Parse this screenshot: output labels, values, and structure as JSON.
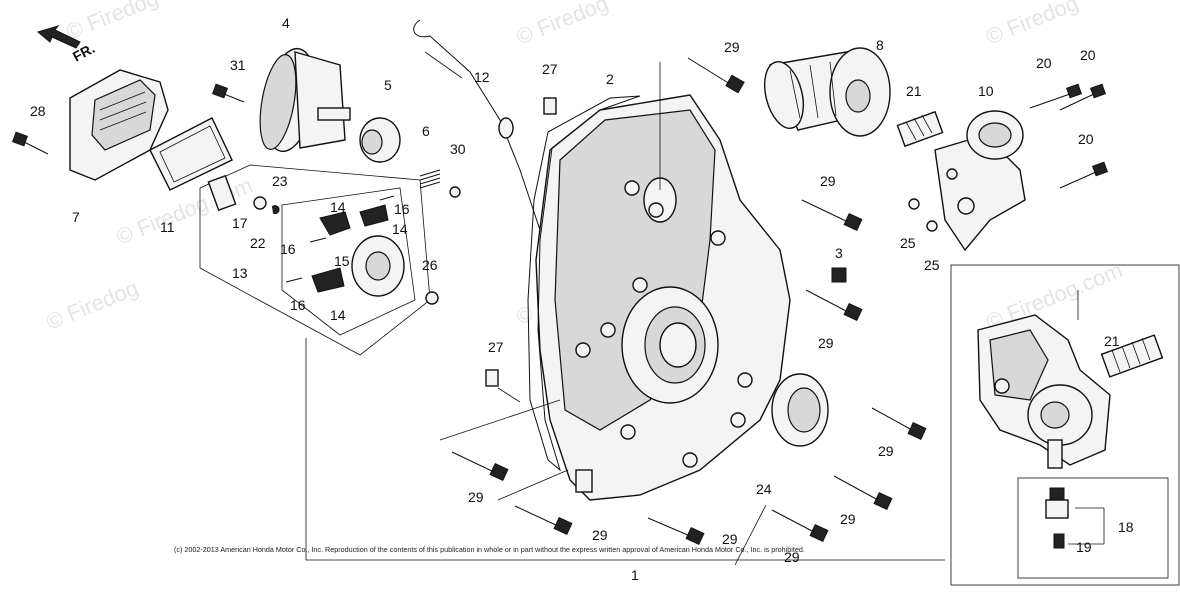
{
  "watermarks": [
    "© Firedog",
    "© Firedog.com"
  ],
  "direction": {
    "text": "FR."
  },
  "copyright": "(c) 2002-2013 American Honda Motor Co., Inc. Reproduction of the contents of this publication in whole or in part without the express written approval of American Honda Motor Co., Inc. is prohibited.",
  "callouts": {
    "c1": "1",
    "c2": "2",
    "c3": "3",
    "c4": "4",
    "c5": "5",
    "c6": "6",
    "c7": "7",
    "c8": "8",
    "c10": "10",
    "c11": "11",
    "c12": "12",
    "c13": "13",
    "c15": "15",
    "c17": "17",
    "c18": "18",
    "c19": "19",
    "c21": "21",
    "c22": "22",
    "c23": "23",
    "c24": "24",
    "c26": "26",
    "c28": "28",
    "c30": "30",
    "c31": "31",
    "c14": "14",
    "c16": "16",
    "c20": "20",
    "c25": "25",
    "c27": "27",
    "c29": "29"
  }
}
